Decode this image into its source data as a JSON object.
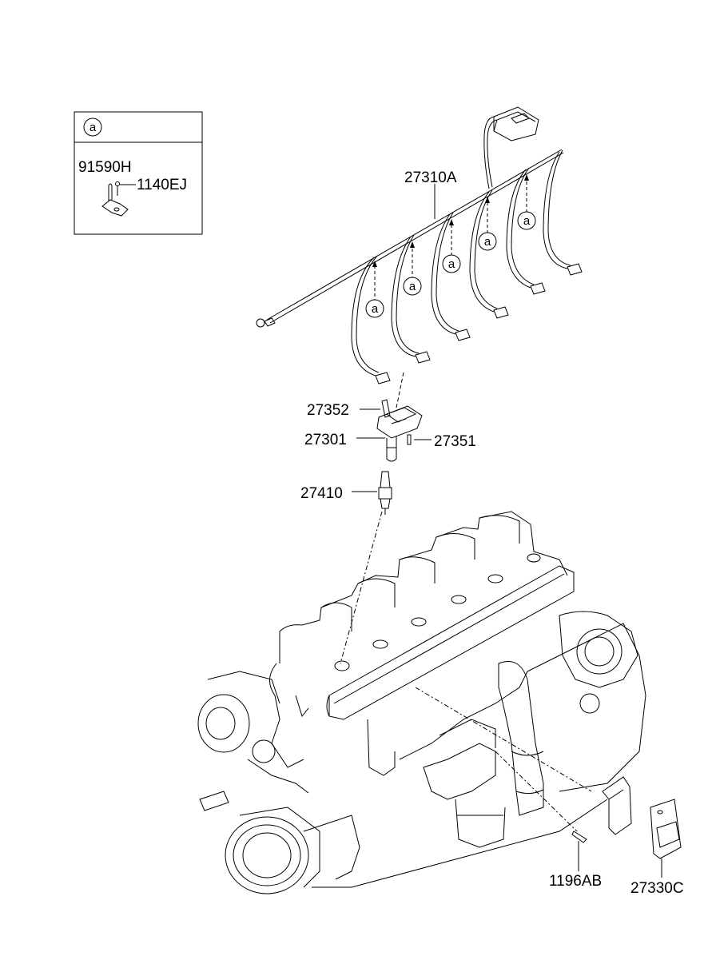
{
  "detail_box": {
    "marker": "a",
    "part_clip": "91590H",
    "part_bolt": "1140EJ"
  },
  "parts": {
    "harness": "27310A",
    "bolt_coil": "27352",
    "ignition_coil": "27301",
    "oring": "27351",
    "spark_plug": "27410",
    "bracket_bolt": "1196AB",
    "module": "27330C"
  },
  "callout_marker": "a"
}
